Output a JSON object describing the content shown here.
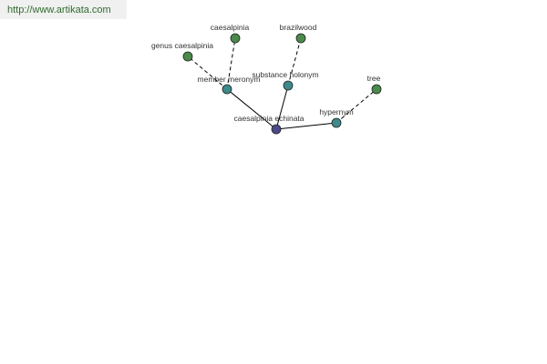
{
  "site": {
    "url": "http://www.artikata.com"
  },
  "colors": {
    "center": "#4a4a8a",
    "relation": "#3d8a8a",
    "leaf": "#4a8a4a",
    "edge": "#000000",
    "url_text": "#2f6d2f",
    "url_bg": "#f0f0f0"
  },
  "graph": {
    "nodes": [
      {
        "id": "center",
        "label": "caesalpinia echinata",
        "kind": "center"
      },
      {
        "id": "member",
        "label": "member meronym",
        "kind": "relation"
      },
      {
        "id": "substance",
        "label": "substance holonym",
        "kind": "relation"
      },
      {
        "id": "hypernym",
        "label": "hypernym",
        "kind": "relation"
      },
      {
        "id": "genus",
        "label": "genus caesalpinia",
        "kind": "leaf"
      },
      {
        "id": "caesalpinia",
        "label": "caesalpinia",
        "kind": "leaf"
      },
      {
        "id": "brazilwood",
        "label": "brazilwood",
        "kind": "leaf"
      },
      {
        "id": "tree",
        "label": "tree",
        "kind": "leaf"
      }
    ],
    "edges": [
      {
        "from": "center",
        "to": "member",
        "style": "solid"
      },
      {
        "from": "center",
        "to": "substance",
        "style": "solid"
      },
      {
        "from": "center",
        "to": "hypernym",
        "style": "solid"
      },
      {
        "from": "member",
        "to": "genus",
        "style": "dashed"
      },
      {
        "from": "member",
        "to": "caesalpinia",
        "style": "dashed"
      },
      {
        "from": "substance",
        "to": "brazilwood",
        "style": "dashed"
      },
      {
        "from": "hypernym",
        "to": "tree",
        "style": "dashed"
      }
    ]
  }
}
